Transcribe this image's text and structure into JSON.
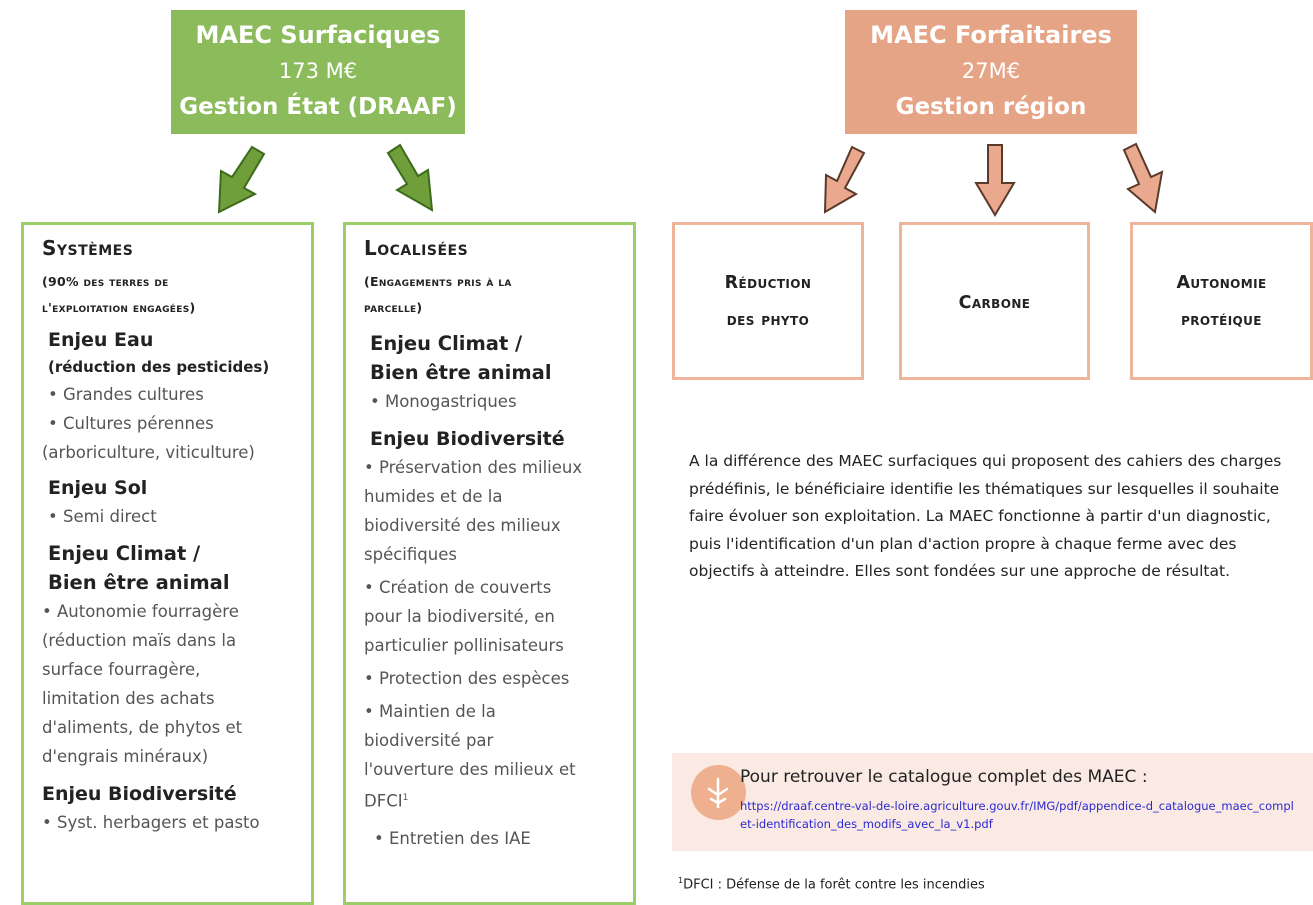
{
  "header_green": {
    "line1": "MAEC Surfaciques",
    "line2": "173 M€",
    "line3": "Gestion État (DRAAF)"
  },
  "header_salmon": {
    "line1": "MAEC Forfaitaires",
    "line2": "27M€",
    "line3": "Gestion région"
  },
  "colors": {
    "green": "#8cbb5c",
    "green_border": "#9ccd6b",
    "salmon": "#e6a486",
    "salmon_border": "#efb59b",
    "link": "#2a2ad0"
  },
  "systemes": {
    "title": "Systèmes",
    "subtitle_1": "(90% des terres de",
    "subtitle_2": "l'exploitation engagées)",
    "eau_title": "Enjeu Eau",
    "eau_sub": "(réduction des pesticides)",
    "eau_item_1": "• Grandes cultures",
    "eau_item_2": "• Cultures pérennes",
    "eau_item_2b": "(arboriculture, viticulture)",
    "sol_title": "Enjeu Sol",
    "sol_item_1": "• Semi direct",
    "climat_title_1": "Enjeu Climat /",
    "climat_title_2": "Bien être animal",
    "climat_lines": [
      "• Autonomie fourragère",
      "(réduction maïs dans la",
      "surface fourragère,",
      "limitation des achats",
      "d'aliments, de phytos et",
      "d'engrais minéraux)"
    ],
    "bio_title": "Enjeu Biodiversité",
    "bio_item_1": "• Syst. herbagers et pasto"
  },
  "localisees": {
    "title": "Localisées",
    "subtitle_1": "(Engagements pris à la",
    "subtitle_2": "parcelle)",
    "climat_title_1": "Enjeu Climat /",
    "climat_title_2": "Bien être animal",
    "climat_item_1": "• Monogastriques",
    "bio_title": "Enjeu Biodiversité",
    "bio_lines": [
      "• Préservation des milieux",
      "humides et de la",
      "biodiversité des milieux",
      "spécifiques",
      "• Création de couverts",
      "pour la biodiversité, en",
      "particulier pollinisateurs",
      "• Protection des espèces",
      "• Maintien de la",
      "biodiversité par",
      "l'ouverture des milieux et"
    ],
    "dfci": "DFCI",
    "dfci_sup": "1",
    "bio_last": "• Entretien des IAE"
  },
  "forfaitaires": {
    "phyto_1": "Réduction",
    "phyto_2": "des phyto",
    "carbone": "Carbone",
    "auto_1": "Autonomie",
    "auto_2": "protéique"
  },
  "paragraph": "A la différence des MAEC surfaciques qui proposent des cahiers des charges prédéfinis, le bénéficiaire identifie les thématiques sur lesquelles il souhaite faire évoluer son exploitation. La MAEC fonctionne à partir d'un diagnostic, puis l'identification d'un plan d'action propre à chaque ferme avec des objectifs à atteindre. Elles sont fondées sur une approche de résultat.",
  "catalogue": {
    "title": "Pour retrouver le catalogue complet des MAEC :",
    "link": "https://draaf.centre-val-de-loire.agriculture.gouv.fr/IMG/pdf/appendice-d_catalogue_maec_complet-identification_des_modifs_avec_la_v1.pdf",
    "icon": "bulb-icon"
  },
  "footnote": {
    "sup": "1",
    "text": "DFCI : Défense de la forêt contre les incendies"
  }
}
